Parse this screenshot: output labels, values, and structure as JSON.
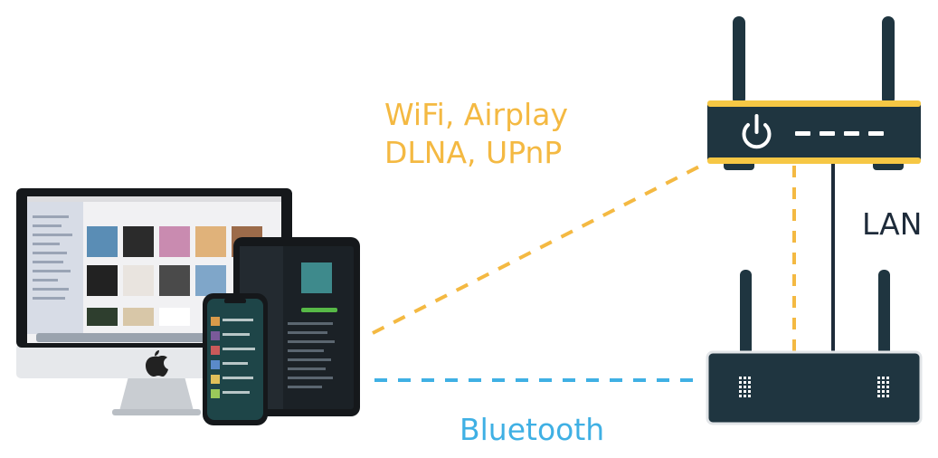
{
  "labels": {
    "wifi_line": "WiFi, Airplay",
    "dlna_line": "DLNA, UPnP",
    "lan": "LAN",
    "bluetooth": "Bluetooth"
  },
  "colors": {
    "wifi": "#f4b942",
    "bluetooth": "#3fb0e4",
    "device_dark": "#1f3540",
    "router_accent": "#f6c744",
    "lan_line": "#1e2b3a"
  },
  "icons": {
    "router_power": "power-icon",
    "streamer_grid": "speaker-grille-icon",
    "computer_brand": "apple-logo-icon"
  }
}
